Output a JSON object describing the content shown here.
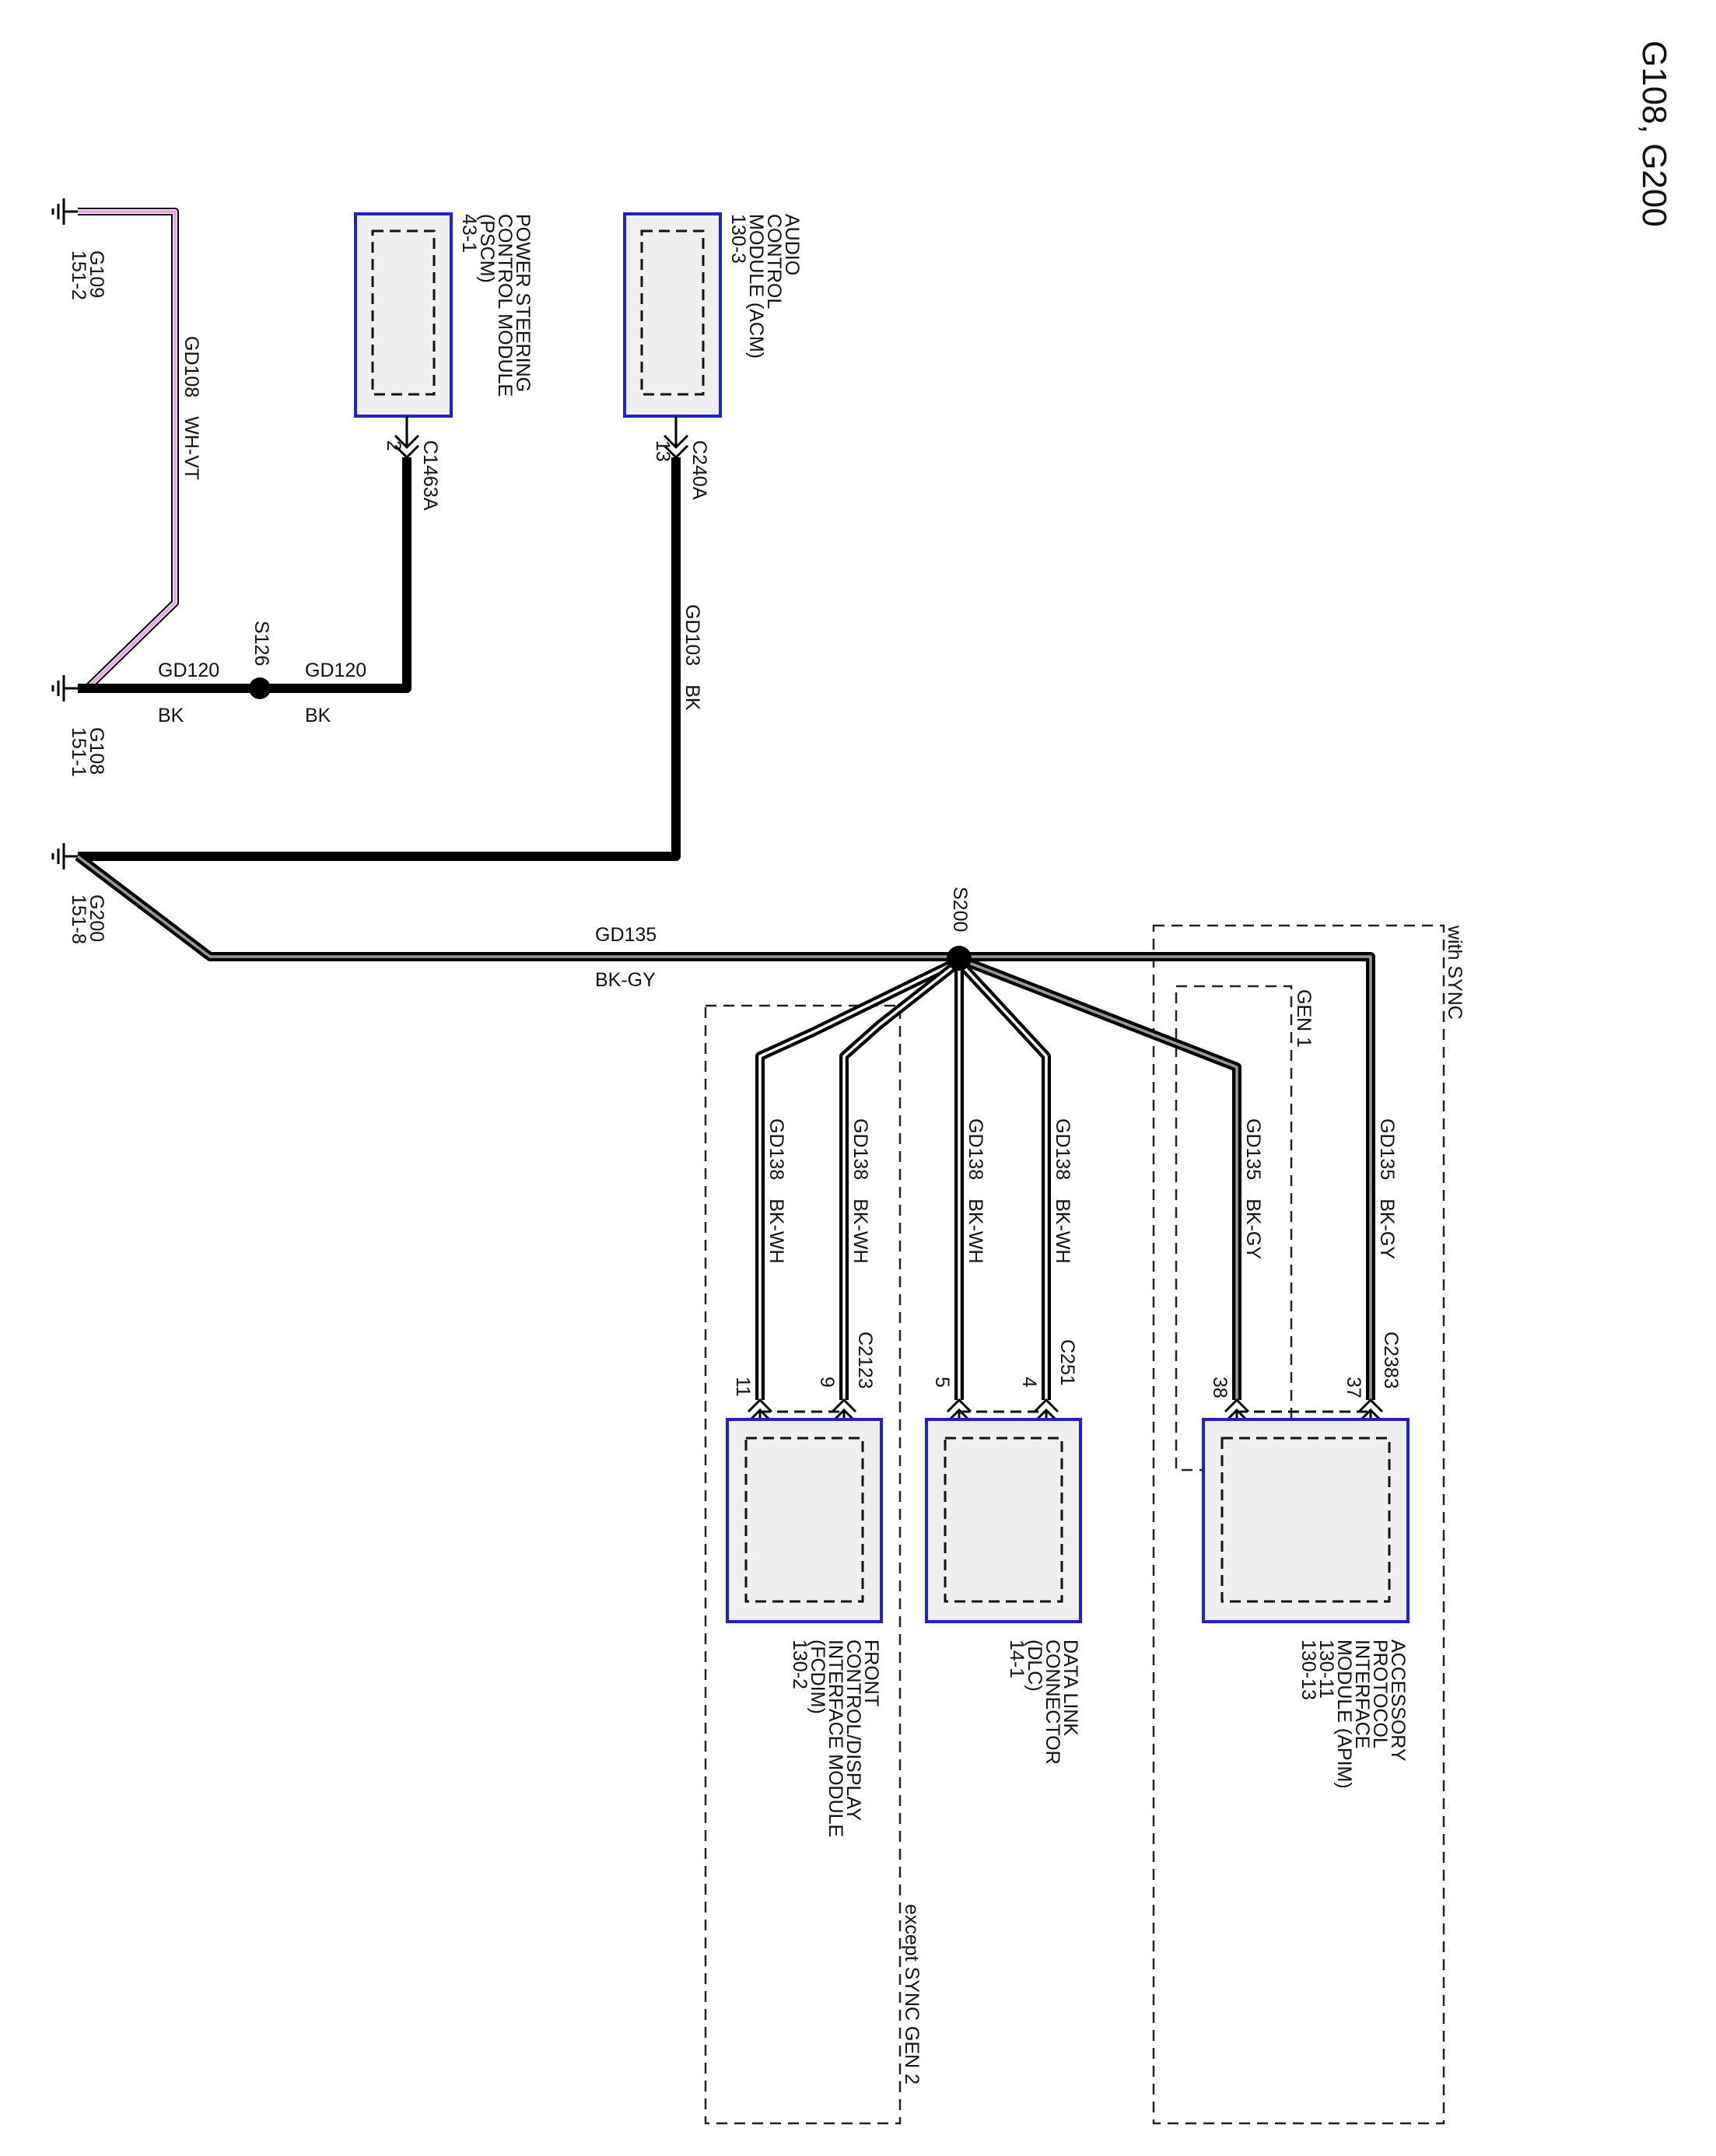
{
  "title": "G108, G200",
  "grounds": [
    {
      "id": "G109",
      "ref": "151-2"
    },
    {
      "id": "G108",
      "ref": "151-1"
    },
    {
      "id": "G200",
      "ref": "151-8"
    }
  ],
  "splices": [
    {
      "id": "S126"
    },
    {
      "id": "S200"
    }
  ],
  "modules": [
    {
      "id": "pscm",
      "lines": [
        "POWER STEERING",
        "CONTROL MODULE",
        "(PSCM)",
        "43-1"
      ],
      "connector": "C1463A",
      "pins": [
        "2"
      ]
    },
    {
      "id": "acm",
      "lines": [
        "AUDIO",
        "CONTROL",
        "MODULE (ACM)",
        "130-3"
      ],
      "connector": "C240A",
      "pins": [
        "13"
      ]
    },
    {
      "id": "fcdim",
      "lines": [
        "FRONT",
        "CONTROL/DISPLAY",
        "INTERFACE MODULE",
        "(FCDIM)",
        "130-2"
      ],
      "connector": "C2123",
      "pins": [
        "9",
        "11"
      ]
    },
    {
      "id": "dlc",
      "lines": [
        "DATA LINK",
        "CONNECTOR",
        "(DLC)",
        "14-1"
      ],
      "connector": "C251",
      "pins": [
        "4",
        "5"
      ]
    },
    {
      "id": "apim",
      "lines": [
        "ACCESSORY",
        "PROTOCOL",
        "INTERFACE",
        "MODULE (APIM)",
        "130-11",
        "130-13"
      ],
      "connector": "C2383",
      "pins": [
        "37",
        "38"
      ]
    }
  ],
  "wires": [
    {
      "id": "w108",
      "circuit": "GD108",
      "color": "WH-VT"
    },
    {
      "id": "w120a",
      "circuit": "GD120",
      "color": "BK"
    },
    {
      "id": "w120b",
      "circuit": "GD120",
      "color": "BK"
    },
    {
      "id": "w103",
      "circuit": "GD103",
      "color": "BK"
    },
    {
      "id": "w135main",
      "circuit": "GD135",
      "color": "BK-GY"
    },
    {
      "id": "w138a",
      "circuit": "GD138",
      "color": "BK-WH"
    },
    {
      "id": "w138b",
      "circuit": "GD138",
      "color": "BK-WH"
    },
    {
      "id": "w138c",
      "circuit": "GD138",
      "color": "BK-WH"
    },
    {
      "id": "w138d",
      "circuit": "GD138",
      "color": "BK-WH"
    },
    {
      "id": "w135a",
      "circuit": "GD135",
      "color": "BK-GY"
    },
    {
      "id": "w135b",
      "circuit": "GD135",
      "color": "BK-GY"
    }
  ],
  "options": {
    "with_sync": "with SYNC",
    "gen1": "GEN 1",
    "except_sync_gen2": "except SYNC GEN 2"
  },
  "colors": {
    "wire": "#000000",
    "module_border": "#2222cc",
    "module_fill": "#efefef",
    "vt_stripe": "#e9a6e6",
    "gy_stripe": "#9a9a9a"
  }
}
